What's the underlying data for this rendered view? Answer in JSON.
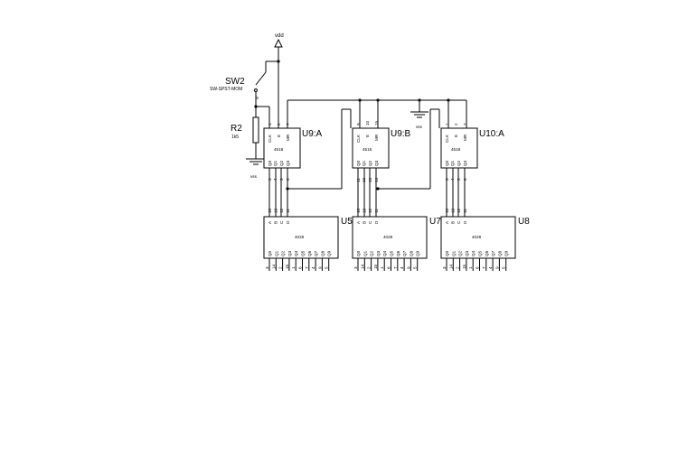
{
  "power": {
    "vdd_label": "vdd",
    "vss_label": "vss",
    "gnd_label": "vss"
  },
  "switch": {
    "ref": "SW2",
    "value": "SW-SPST-MOM"
  },
  "resistor": {
    "ref": "R2",
    "value": "1k5"
  },
  "counters": [
    {
      "ref": "U9:A",
      "part": "4518",
      "top_pins": [
        "CLK",
        "E",
        "MR"
      ],
      "top_nums": [
        "1",
        "2",
        "7"
      ],
      "out_pins": [
        "Q0",
        "Q1",
        "Q2",
        "Q3"
      ],
      "out_nums": [
        "3",
        "4",
        "5",
        "6"
      ]
    },
    {
      "ref": "U9:B",
      "part": "4518",
      "top_pins": [
        "CLK",
        "E",
        "MR"
      ],
      "top_nums": [
        "9",
        "10",
        "15"
      ],
      "out_pins": [
        "Q0",
        "Q1",
        "Q2",
        "Q3"
      ],
      "out_nums": [
        "11",
        "12",
        "13",
        "14"
      ]
    },
    {
      "ref": "U10:A",
      "part": "4518",
      "top_pins": [
        "CLK",
        "E",
        "MR"
      ],
      "top_nums": [
        "1",
        "2",
        "7"
      ],
      "out_pins": [
        "Q0",
        "Q1",
        "Q2",
        "Q3"
      ],
      "out_nums": [
        "3",
        "4",
        "5",
        "6"
      ]
    }
  ],
  "decoders": [
    {
      "ref": "U5",
      "part": "4028"
    },
    {
      "ref": "U7",
      "part": "4028"
    },
    {
      "ref": "U8",
      "part": "4028"
    }
  ],
  "decoder_in_pins": [
    "A",
    "B",
    "C",
    "D"
  ],
  "decoder_in_nums": [
    "10",
    "13",
    "12",
    "11"
  ],
  "decoder_out_pins": [
    "Q0",
    "Q1",
    "Q2",
    "Q3",
    "Q4",
    "Q5",
    "Q6",
    "Q7",
    "Q8",
    "Q9"
  ],
  "decoder_out_nums": [
    "3",
    "14",
    "2",
    "15",
    "1",
    "6",
    "7",
    "4",
    "9",
    "5"
  ]
}
